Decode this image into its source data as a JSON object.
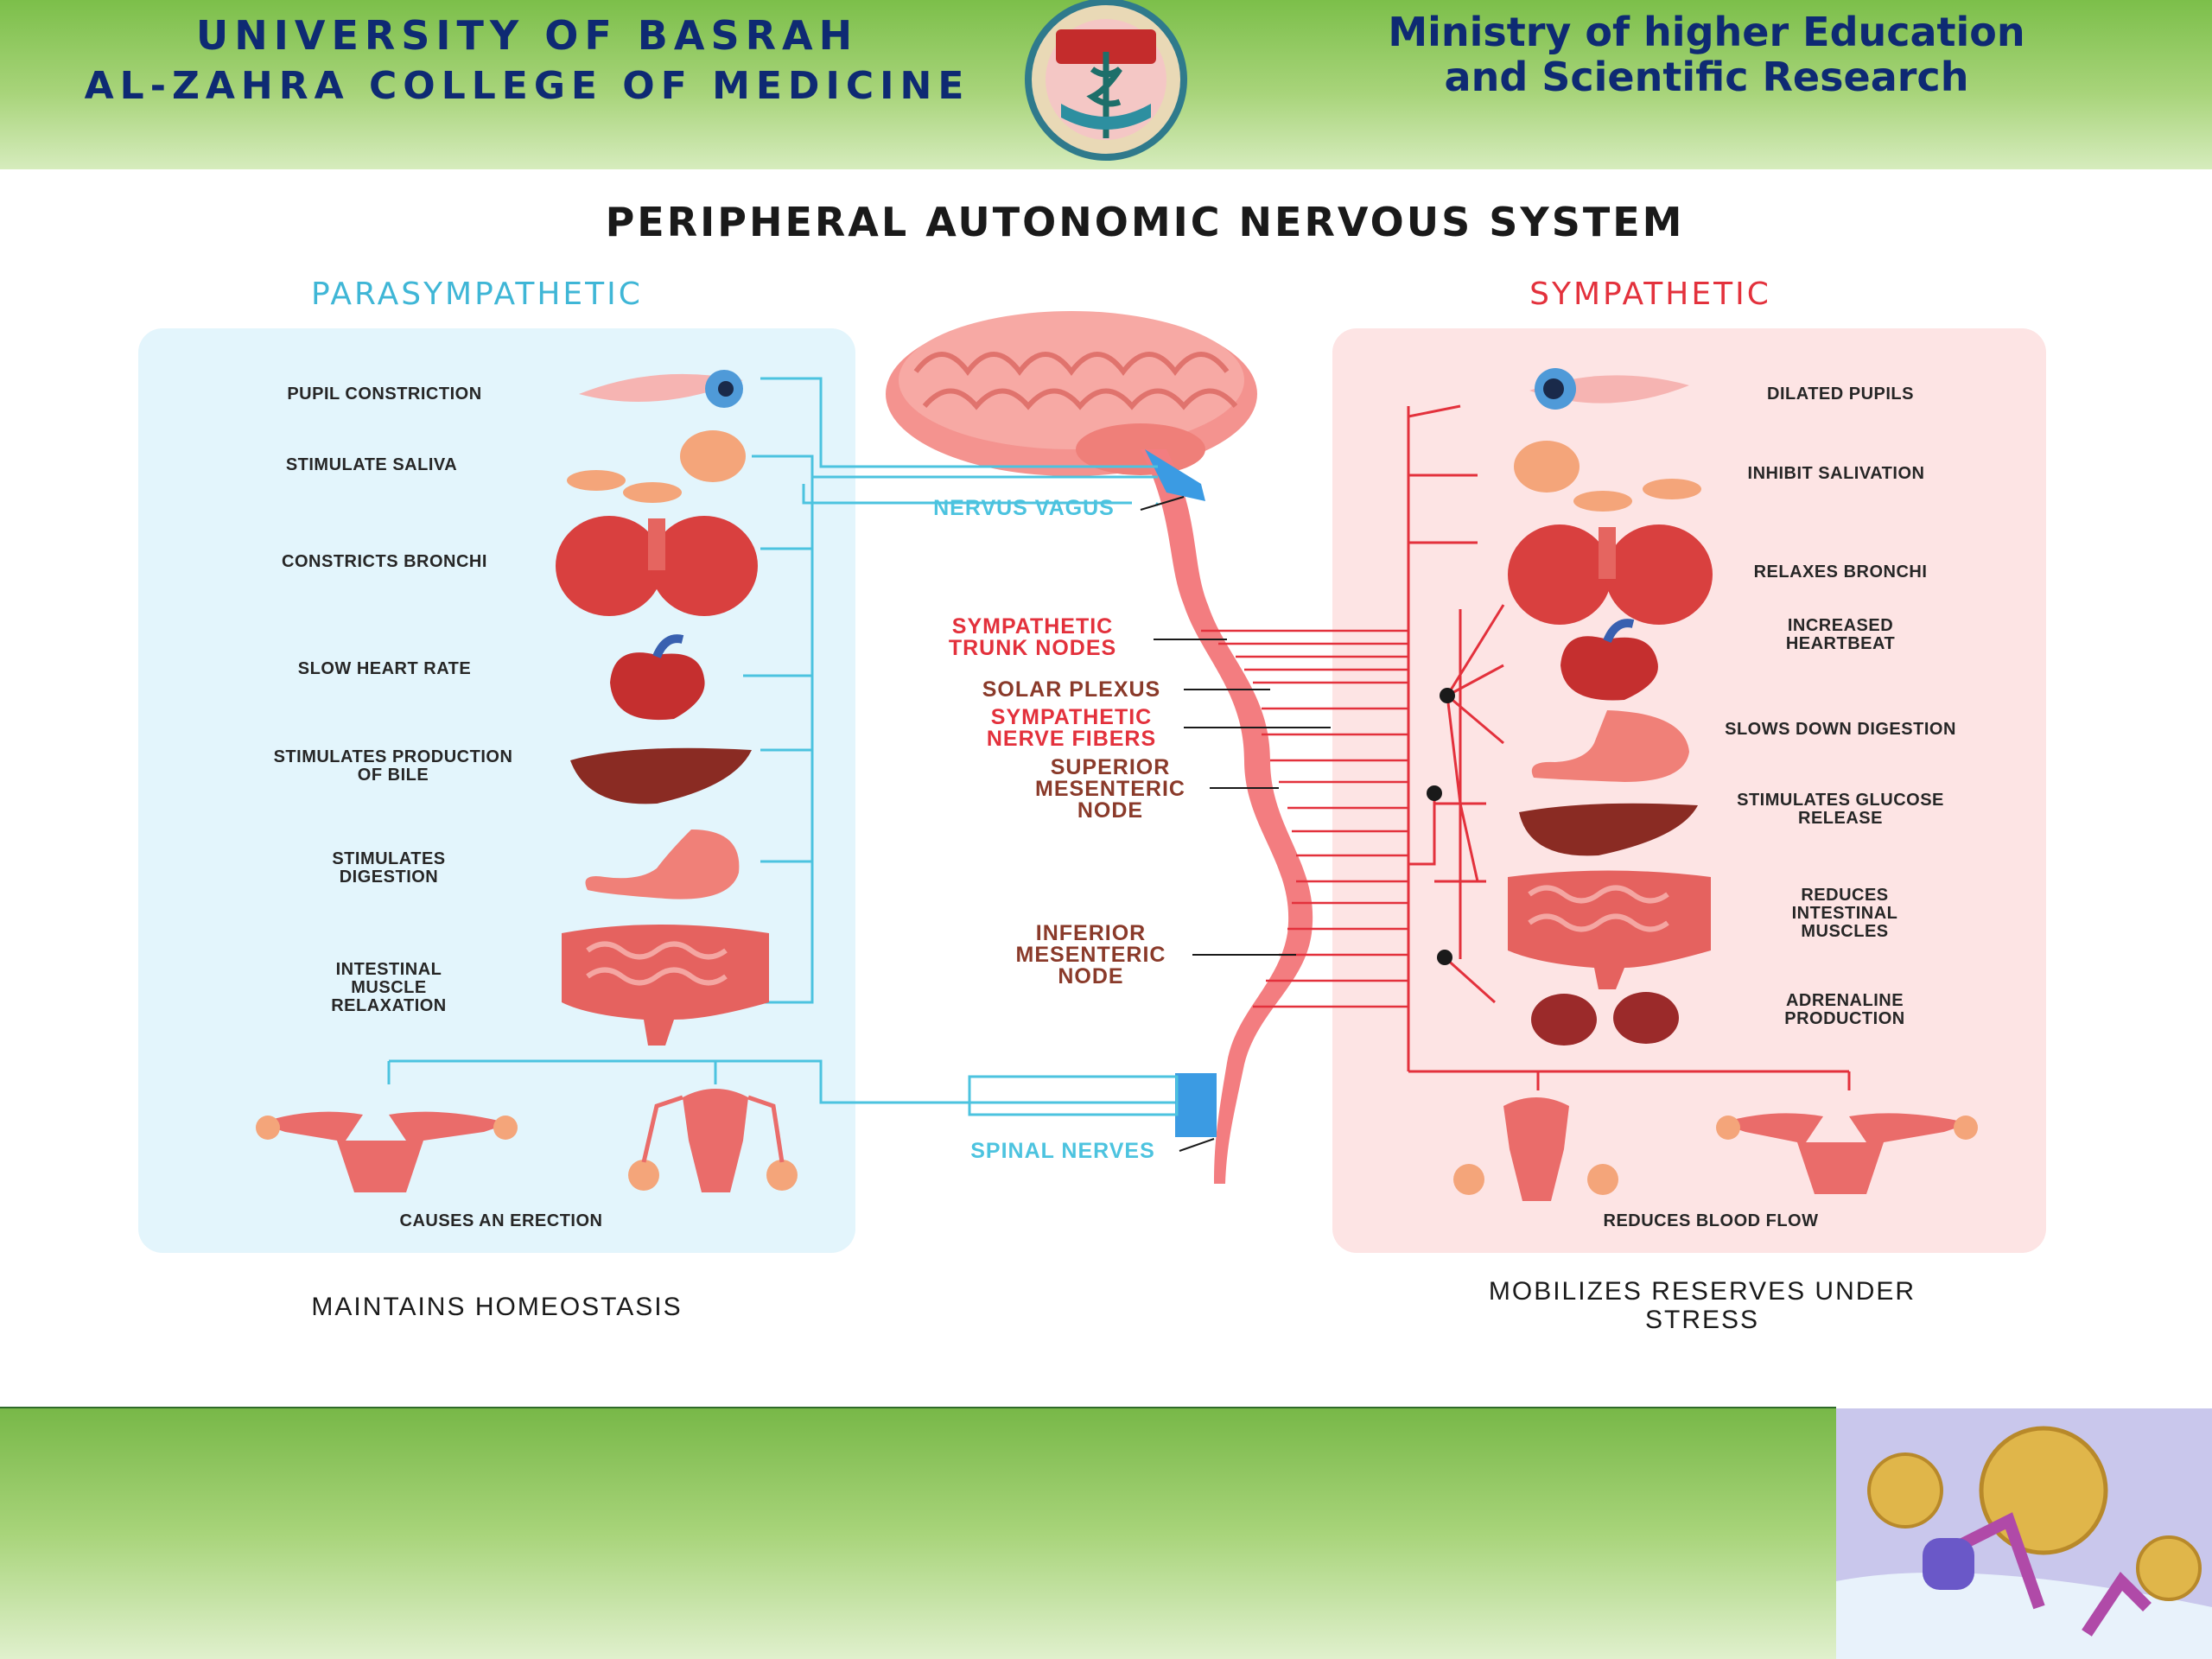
{
  "header": {
    "university_line1": "UNIVERSITY OF BASRAH",
    "university_line2": "AL-ZAHRA COLLEGE OF MEDICINE",
    "ministry_line1": "Ministry of higher Education",
    "ministry_line2": "and Scientific Research"
  },
  "diagram": {
    "title": "PERIPHERAL AUTONOMIC NERVOUS SYSTEM",
    "parasympathetic": {
      "title": "PARASYMPATHETIC",
      "effects": [
        "PUPIL CONSTRICTION",
        "STIMULATE SALIVA",
        "CONSTRICTS BRONCHI",
        "SLOW HEART RATE",
        "STIMULATES PRODUCTION OF BILE",
        "STIMULATES DIGESTION",
        "INTESTINAL MUSCLE RELAXATION",
        "CAUSES AN ERECTION"
      ],
      "summary": "MAINTAINS HOMEOSTASIS"
    },
    "sympathetic": {
      "title": "SYMPATHETIC",
      "effects": [
        "DILATED PUPILS",
        "INHIBIT SALIVATION",
        "RELAXES BRONCHI",
        "INCREASED HEARTBEAT",
        "SLOWS DOWN DIGESTION",
        "STIMULATES GLUCOSE RELEASE",
        "REDUCES INTESTINAL MUSCLES",
        "ADRENALINE PRODUCTION",
        "REDUCES BLOOD FLOW"
      ],
      "summary": "MOBILIZES RESERVES UNDER STRESS"
    },
    "center_labels": {
      "nervus_vagus": "NERVUS VAGUS",
      "trunk_nodes": "SYMPATHETIC TRUNK NODES",
      "solar_plexus": "SOLAR PLEXUS",
      "nerve_fibers": "SYMPATHETIC NERVE FIBERS",
      "superior_node": "SUPERIOR MESENTERIC NODE",
      "inferior_node": "INFERIOR MESENTERIC NODE",
      "spinal_nerves": "SPINAL NERVES"
    },
    "colors": {
      "parasympathetic": "#4cc3df",
      "sympathetic": "#e3313c",
      "para_panel": "#e3f5fc",
      "sym_panel": "#fde4e4",
      "organ": "#d9403f"
    }
  }
}
